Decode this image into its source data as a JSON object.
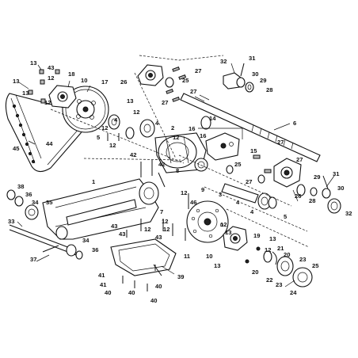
{
  "callouts": {
    "c1": "1",
    "c2": "2",
    "c3": "3",
    "c4": "4",
    "c5": "5",
    "c6": "6",
    "c7": "7",
    "c8": "8",
    "c9": "9",
    "c10": "10",
    "c11": "11",
    "c12": "12",
    "c13": "13",
    "c14": "14",
    "c15": "15",
    "c16": "16",
    "c17": "17",
    "c18": "18",
    "c19": "19",
    "c20": "20",
    "c21": "21",
    "c22": "22",
    "c23": "23",
    "c24": "24",
    "c25": "25",
    "c26": "26",
    "c27": "27",
    "c28": "28",
    "c29": "29",
    "c30": "30",
    "c31": "31",
    "c32": "32",
    "c33": "33",
    "c34": "34",
    "c35": "35",
    "c36": "36",
    "c37": "37",
    "c38": "38",
    "c39": "39",
    "c40": "40",
    "c41": "41",
    "c42": "42",
    "c43": "43",
    "c44": "44",
    "c45": "45",
    "c46": "46"
  }
}
